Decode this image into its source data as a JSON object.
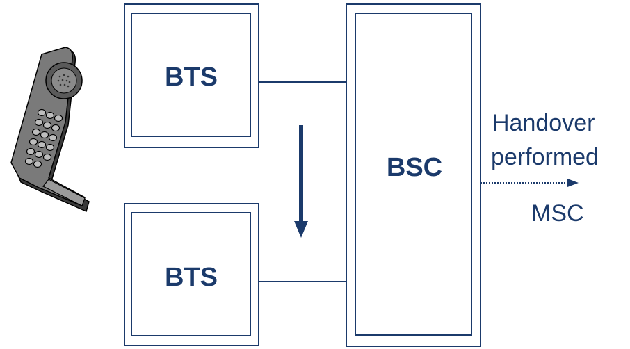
{
  "diagram": {
    "bts_top_label": "BTS",
    "bts_bottom_label": "BTS",
    "bsc_label": "BSC",
    "handover_line1": "Handover",
    "handover_line2": "performed",
    "msc_label": "MSC"
  },
  "colors": {
    "primary": "#1b3a6b",
    "phone_body": "#6e6e6e",
    "phone_dark": "#3a3a3a",
    "background": "#ffffff"
  },
  "icons": {
    "handset": "mobile-phone-icon",
    "handover_arrow": "arrow-down-icon",
    "msc_arrow": "dotted-arrow-right-icon"
  }
}
